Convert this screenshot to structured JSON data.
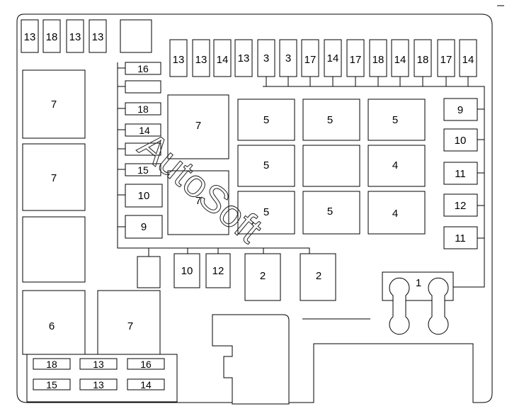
{
  "watermark": "AutoSoft",
  "fuses": {
    "top_left_1": "13",
    "top_left_2": "18",
    "top_left_3": "13",
    "top_left_4": "13",
    "top_row_1": "13",
    "top_row_2": "13",
    "top_row_3": "14",
    "top_row_4": "13",
    "top_row_5": "3",
    "top_row_6": "3",
    "top_row_7": "17",
    "top_row_8": "14",
    "top_row_9": "17",
    "top_row_10": "18",
    "top_row_11": "14",
    "top_row_12": "18",
    "top_row_13": "17",
    "top_row_14": "14",
    "left_col_1": "16",
    "left_col_3": "18",
    "left_col_4": "14",
    "left_col_6": "15",
    "left_col_7": "10",
    "left_col_8": "9",
    "bottom_small_1": "10",
    "bottom_small_2": "12",
    "bottom_box_1": "18",
    "bottom_box_2": "13",
    "bottom_box_3": "16",
    "bottom_box_4": "15",
    "bottom_box_5": "13",
    "bottom_box_6": "14"
  },
  "relays": {
    "left_1": "7",
    "left_2": "7",
    "left_4": "6",
    "bottom_7": "7",
    "center_7a": "7",
    "center_7b": "7",
    "grid_r1c1": "5",
    "grid_r1c2": "5",
    "grid_r1c3": "5",
    "grid_r2c1": "5",
    "grid_r2c3": "4",
    "grid_r3c1": "5",
    "grid_r3c2": "5",
    "grid_r3c3": "4",
    "mid_2a": "2",
    "mid_2b": "2",
    "big_fuse": "1"
  },
  "right_col": {
    "r1": "9",
    "r2": "10",
    "r3": "11",
    "r4": "12",
    "r5": "11"
  }
}
